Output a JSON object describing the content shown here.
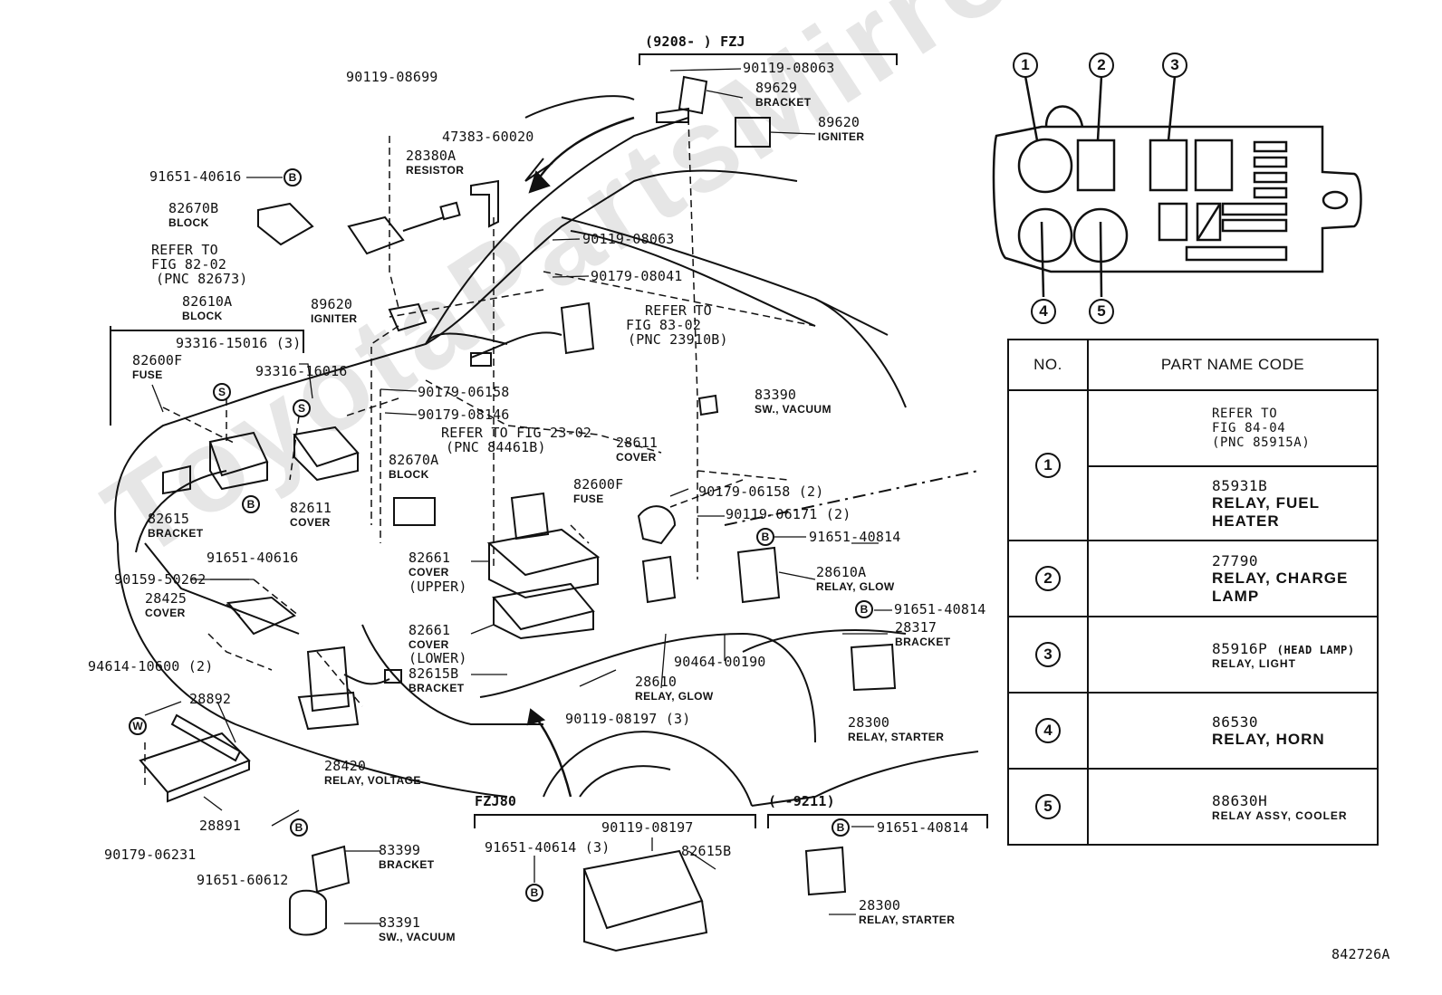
{
  "watermark": "ToyotaPartsMirror.ru",
  "figure_id": "842726A",
  "groups": {
    "fzj_top": "(9208-      ) FZJ",
    "fzj80": "FZJ80",
    "to_9211": "(      -9211)"
  },
  "labels": [
    {
      "id": "p1",
      "code": "90119-08699",
      "sub": ""
    },
    {
      "id": "p2",
      "code": "47383-60020",
      "sub": ""
    },
    {
      "id": "p3",
      "code": "28380A",
      "sub": "RESISTOR"
    },
    {
      "id": "p4",
      "code": "91651-40616",
      "sub": ""
    },
    {
      "id": "p5",
      "code": "82670B",
      "sub": "BLOCK"
    },
    {
      "id": "p6",
      "code": "REFER TO",
      "sub": ""
    },
    {
      "id": "p7",
      "code": "FIG 82-02",
      "sub": ""
    },
    {
      "id": "p8",
      "code": "(PNC 82673)",
      "sub": ""
    },
    {
      "id": "p9",
      "code": "82610A",
      "sub": "BLOCK"
    },
    {
      "id": "p10",
      "code": "89620",
      "sub": "IGNITER"
    },
    {
      "id": "p11",
      "code": "93316-15016 (3)",
      "sub": ""
    },
    {
      "id": "p12",
      "code": "82600F",
      "sub": "FUSE"
    },
    {
      "id": "p13",
      "code": "93316-16016",
      "sub": ""
    },
    {
      "id": "p14",
      "code": "90179-06158",
      "sub": ""
    },
    {
      "id": "p15",
      "code": "90179-08146",
      "sub": ""
    },
    {
      "id": "p16",
      "code": "REFER TO FIG 23-02",
      "sub": ""
    },
    {
      "id": "p17",
      "code": "(PNC 84461B)",
      "sub": ""
    },
    {
      "id": "p18",
      "code": "82670A",
      "sub": "BLOCK"
    },
    {
      "id": "p19",
      "code": "82611",
      "sub": "COVER"
    },
    {
      "id": "p20",
      "code": "82615",
      "sub": "BRACKET"
    },
    {
      "id": "p21",
      "code": "91651-40616",
      "sub": ""
    },
    {
      "id": "p22",
      "code": "90159-50262",
      "sub": ""
    },
    {
      "id": "p23",
      "code": "28425",
      "sub": "COVER"
    },
    {
      "id": "p24",
      "code": "94614-10600 (2)",
      "sub": ""
    },
    {
      "id": "p25",
      "code": "28892",
      "sub": ""
    },
    {
      "id": "p26",
      "code": "28891",
      "sub": ""
    },
    {
      "id": "p27",
      "code": "90179-06231",
      "sub": ""
    },
    {
      "id": "p28",
      "code": "28420",
      "sub": "RELAY, VOLTAGE"
    },
    {
      "id": "p29",
      "code": "91651-60612",
      "sub": ""
    },
    {
      "id": "p30",
      "code": "83399",
      "sub": "BRACKET"
    },
    {
      "id": "p31",
      "code": "83391",
      "sub": "SW., VACUUM"
    },
    {
      "id": "p32",
      "code": "90119-08063",
      "sub": ""
    },
    {
      "id": "p33",
      "code": "89629",
      "sub": "BRACKET"
    },
    {
      "id": "p34",
      "code": "89620",
      "sub": "IGNITER"
    },
    {
      "id": "p35",
      "code": "90119-08063",
      "sub": ""
    },
    {
      "id": "p36",
      "code": "90179-08041",
      "sub": ""
    },
    {
      "id": "p37",
      "code": "REFER TO",
      "sub": ""
    },
    {
      "id": "p38",
      "code": "FIG 83-02",
      "sub": ""
    },
    {
      "id": "p39",
      "code": "(PNC 23910B)",
      "sub": ""
    },
    {
      "id": "p40",
      "code": "83390",
      "sub": "SW., VACUUM"
    },
    {
      "id": "p41",
      "code": "28611",
      "sub": "COVER"
    },
    {
      "id": "p42",
      "code": "82600F",
      "sub": "FUSE"
    },
    {
      "id": "p43",
      "code": "90179-06158 (2)",
      "sub": ""
    },
    {
      "id": "p44",
      "code": "90119-06171 (2)",
      "sub": ""
    },
    {
      "id": "p45",
      "code": "91651-40814",
      "sub": ""
    },
    {
      "id": "p46",
      "code": "82661",
      "sub": "COVER"
    },
    {
      "id": "p47",
      "code": "(UPPER)",
      "sub": ""
    },
    {
      "id": "p48",
      "code": "28610A",
      "sub": "RELAY, GLOW"
    },
    {
      "id": "p49",
      "code": "91651-40814",
      "sub": ""
    },
    {
      "id": "p50",
      "code": "28317",
      "sub": "BRACKET"
    },
    {
      "id": "p51",
      "code": "82661",
      "sub": "COVER"
    },
    {
      "id": "p52",
      "code": "(LOWER)",
      "sub": ""
    },
    {
      "id": "p53",
      "code": "82615B",
      "sub": "BRACKET"
    },
    {
      "id": "p54",
      "code": "90464-00190",
      "sub": ""
    },
    {
      "id": "p55",
      "code": "28610",
      "sub": "RELAY, GLOW"
    },
    {
      "id": "p56",
      "code": "90119-08197 (3)",
      "sub": ""
    },
    {
      "id": "p57",
      "code": "28300",
      "sub": "RELAY, STARTER"
    },
    {
      "id": "p58",
      "code": "90119-08197",
      "sub": ""
    },
    {
      "id": "p59",
      "code": "91651-40614 (3)",
      "sub": ""
    },
    {
      "id": "p60",
      "code": "82615B",
      "sub": ""
    },
    {
      "id": "p61",
      "code": "91651-40814",
      "sub": ""
    },
    {
      "id": "p62",
      "code": "28300",
      "sub": "RELAY, STARTER"
    }
  ],
  "symbols": {
    "b": "B",
    "s": "S",
    "w": "W"
  },
  "relay_box_numbers": [
    "1",
    "2",
    "3",
    "4",
    "5"
  ],
  "table": {
    "header_no": "NO.",
    "header_name": "PART NAME CODE",
    "rows": [
      {
        "no": "1",
        "ref_line1": "REFER TO",
        "ref_line2": "FIG 84-04",
        "ref_line3": "(PNC 85915A)",
        "code": "85931B",
        "name": "RELAY, FUEL HEATER"
      },
      {
        "no": "2",
        "code": "27790",
        "name": "RELAY, CHARGE LAMP"
      },
      {
        "no": "3",
        "code": "85916P",
        "code_note": "(HEAD LAMP)",
        "name": "RELAY, LIGHT"
      },
      {
        "no": "4",
        "code": "86530",
        "name": "RELAY, HORN"
      },
      {
        "no": "5",
        "code": "88630H",
        "name": "RELAY ASSY, COOLER"
      }
    ]
  }
}
